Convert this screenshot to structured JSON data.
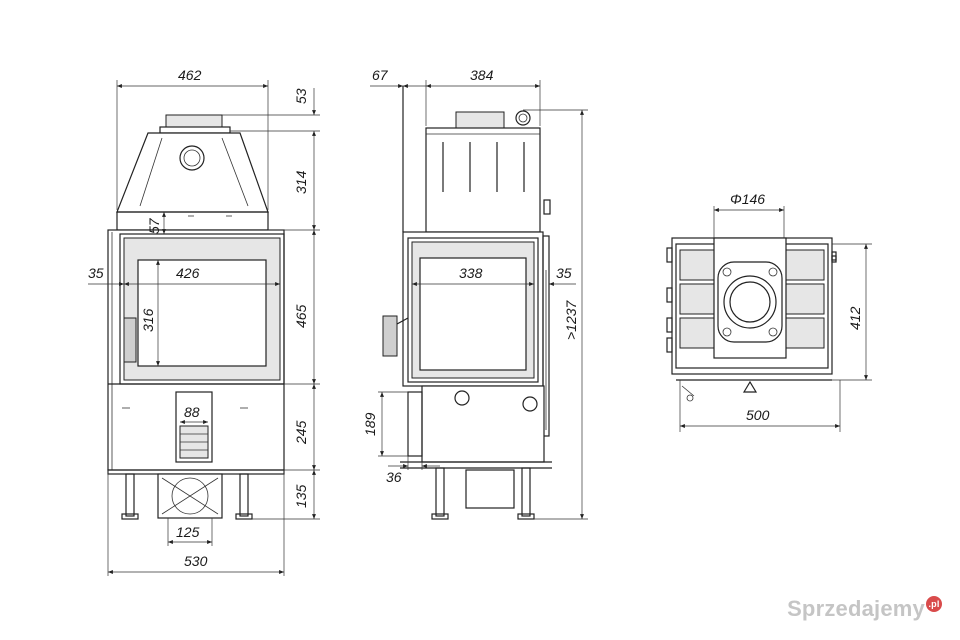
{
  "views": {
    "front": {
      "width_top": "462",
      "flue_height": "53",
      "hood_height": "314",
      "hood_offset": "57",
      "side_offset": "35",
      "glass_width": "426",
      "glass_height": "316",
      "door_height": "465",
      "ash_width": "88",
      "base_height": "245",
      "leg_height": "135",
      "outlet_width": "125",
      "total_width": "530"
    },
    "side": {
      "back_offset": "67",
      "depth": "384",
      "glass_width": "338",
      "side_offset": "35",
      "total_height": ">1237",
      "air_height": "189",
      "air_offset": "36"
    },
    "top": {
      "flue_diameter": "Φ146",
      "depth": "412",
      "width": "500"
    }
  },
  "watermark": {
    "text": "Sprzedajemy",
    "suffix": ".pl"
  },
  "colors": {
    "line": "#222222",
    "fill": "#e6e6e6",
    "watermark": "#969696",
    "badge": "#d94b4b"
  }
}
